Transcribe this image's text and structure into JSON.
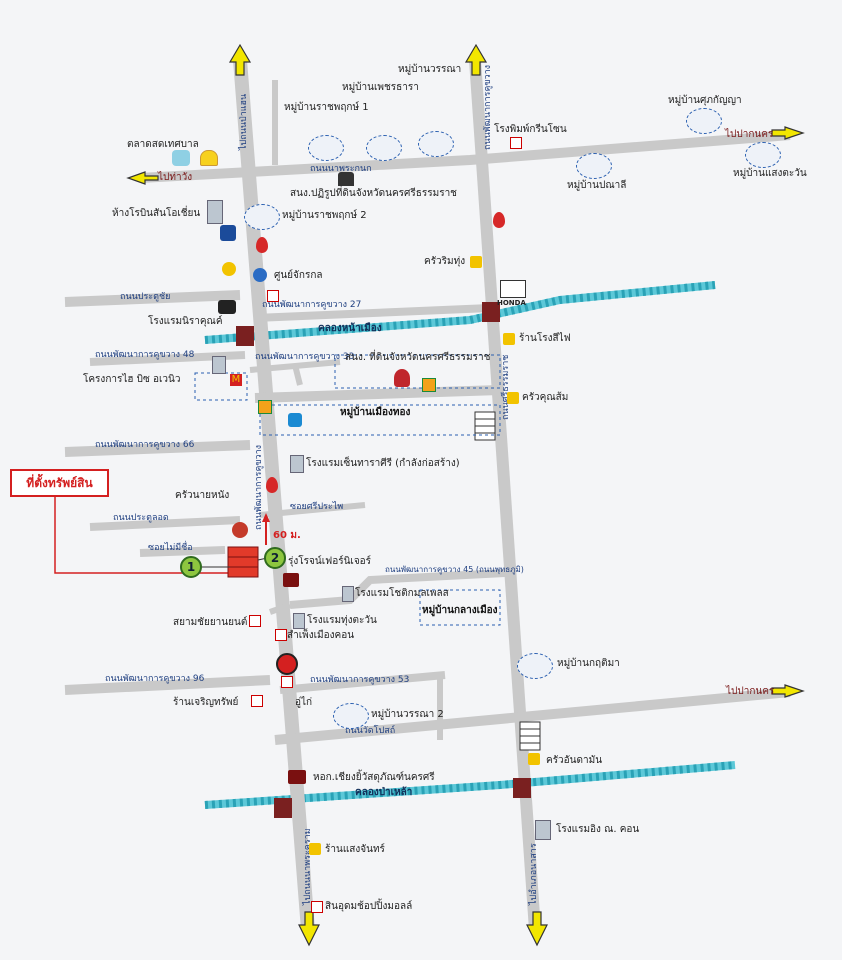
{
  "title": "ที่ตั้งทรัพย์สิน",
  "distance": "60 ม.",
  "markers": [
    "1",
    "2"
  ],
  "roads": {
    "napakanok": "ถนนนาพระกนก",
    "napakanok_right": "ถนนนาพระกนก",
    "left_main": "ไปท่าวัง",
    "napakanok_vertical_top": "ไปถนนป่าแฮน",
    "right_vertical_top": "ถนนพัฒนาการคูขวาง",
    "pattana_27": "ถนนพัฒนาการคูขวาง 27",
    "pratuchai": "ถนนประตูชัย",
    "pattana_48": "ถนนพัฒนาการคูขวาง 48",
    "pattana_33": "ถนนพัฒนาการคูขวาง 33",
    "pattana_66": "ถนนพัฒนาการคูขวาง 66",
    "pratulod": "ถนนประตูลอด",
    "soi_sriprakhai": "ซอยศรีประไพ",
    "soi_maichue": "ซอยไม่มีชื่อ",
    "pattana_45": "ถนนพัฒนาการคูขวาง 45 (ถนนพุทธภูมิ)",
    "pattana_96": "ถนนพัฒนาการคูขวาง 96",
    "pattana_53": "ถนนพัฒนาการคูขวาง 53",
    "watbot": "ถนนวัดโปสถ์",
    "main_vertical": "ถนนพัฒนาการคูขวาง",
    "right_vertical_mid": "ถนนศรีธรรมราช",
    "bottom_left": "ไปถนนนาพระคราม",
    "bottom_right": "ไปอำเภอนาสาร"
  },
  "destinations": {
    "pakpanang_top": "ไปปากนคร",
    "pakpanang_mid": "ไปปากนคร"
  },
  "canals": {
    "na_mueang": "คลองหน้าเมือง",
    "pa_lao": "คลองป่าเหล้า"
  },
  "places": {
    "talad_tesaban": "ตลาดสดเทศบาล",
    "robinson": "ห้างโรบินสันโอเชี่ยน",
    "ratchaphruek1": "หมู่บ้านราชพฤกษ์ 1",
    "petcharat": "หมู่บ้านเพชรธารา",
    "wannara": "หมู่บ้านวรรณา",
    "ratchaphruek2": "หมู่บ้านราชพฤกษ์ 2",
    "sano_pattana": "สนง.ปฏิรูปที่ดินจังหวัดนครศรีธรรมราช",
    "printing": "โรงพิมพ์กรีนโซน",
    "sukanya": "หมู่บ้านศุภกัญญา",
    "panali": "หมู่บ้านปณาลี",
    "sangtawan": "หมู่บ้านแสงตะวัน",
    "center_chakkrakon": "ศูนย์จักรกล",
    "kruarimtung": "ครัวริมทุ่ง",
    "nirakorn": "โรงแรมนิราคุณค์",
    "rongfai": "ร้านโรงสีไฟ",
    "project_high": "โครงการไฮ บิซ อเวนิว",
    "sano_thidin": "สนง. ที่ดินจังหวัดนครศรีธรรมราช",
    "khrua_khunsom": "ครัวคุณส้ม",
    "muang_thong": "หมู่บ้านเมืองทอง",
    "sentara": "โรงแรมเซ็นทาราศีรี (กำลังก่อสร้าง)",
    "khrua_naiyang": "ครัวนายหนัง",
    "rungroj": "รุ่งโรจน์เฟอร์นิเจอร์",
    "hotel_dikmal": "โรงแรมโชติกมลเพลส",
    "klang_mueang": "หมู่บ้านกลางเมือง",
    "siam_yanyon": "สยามชัยยานยนต์",
    "thungtawan": "โรงแรมทุ่งตะวัน",
    "sampheng": "สำเพ็งเมืองคอน",
    "kritsima": "หมู่บ้านกฤติมา",
    "jaroensap": "ร้านเจริญทรัพย์",
    "oodkai": "อู่ไก่",
    "wannara2": "หมู่บ้านวรรณา 2",
    "khrua_nta": "ครัวอันดามัน",
    "hor_chiang": "หอก.เชียงยิ้วัสดุภัณฑ์นครศรี",
    "hotel_ing": "โรงแรมอิง ณ. คอน",
    "san_chan": "ร้านแสงจันทร์",
    "sinudom": "สินอุดมช้อปปิ้งมอลล์"
  },
  "brand": {
    "honda": "HONDA"
  },
  "colors": {
    "road": "#c9c9c9",
    "canal": "#5cc8d8",
    "arrow": "#f2e600",
    "accent": "#d42020",
    "label": "#1f3f80"
  }
}
